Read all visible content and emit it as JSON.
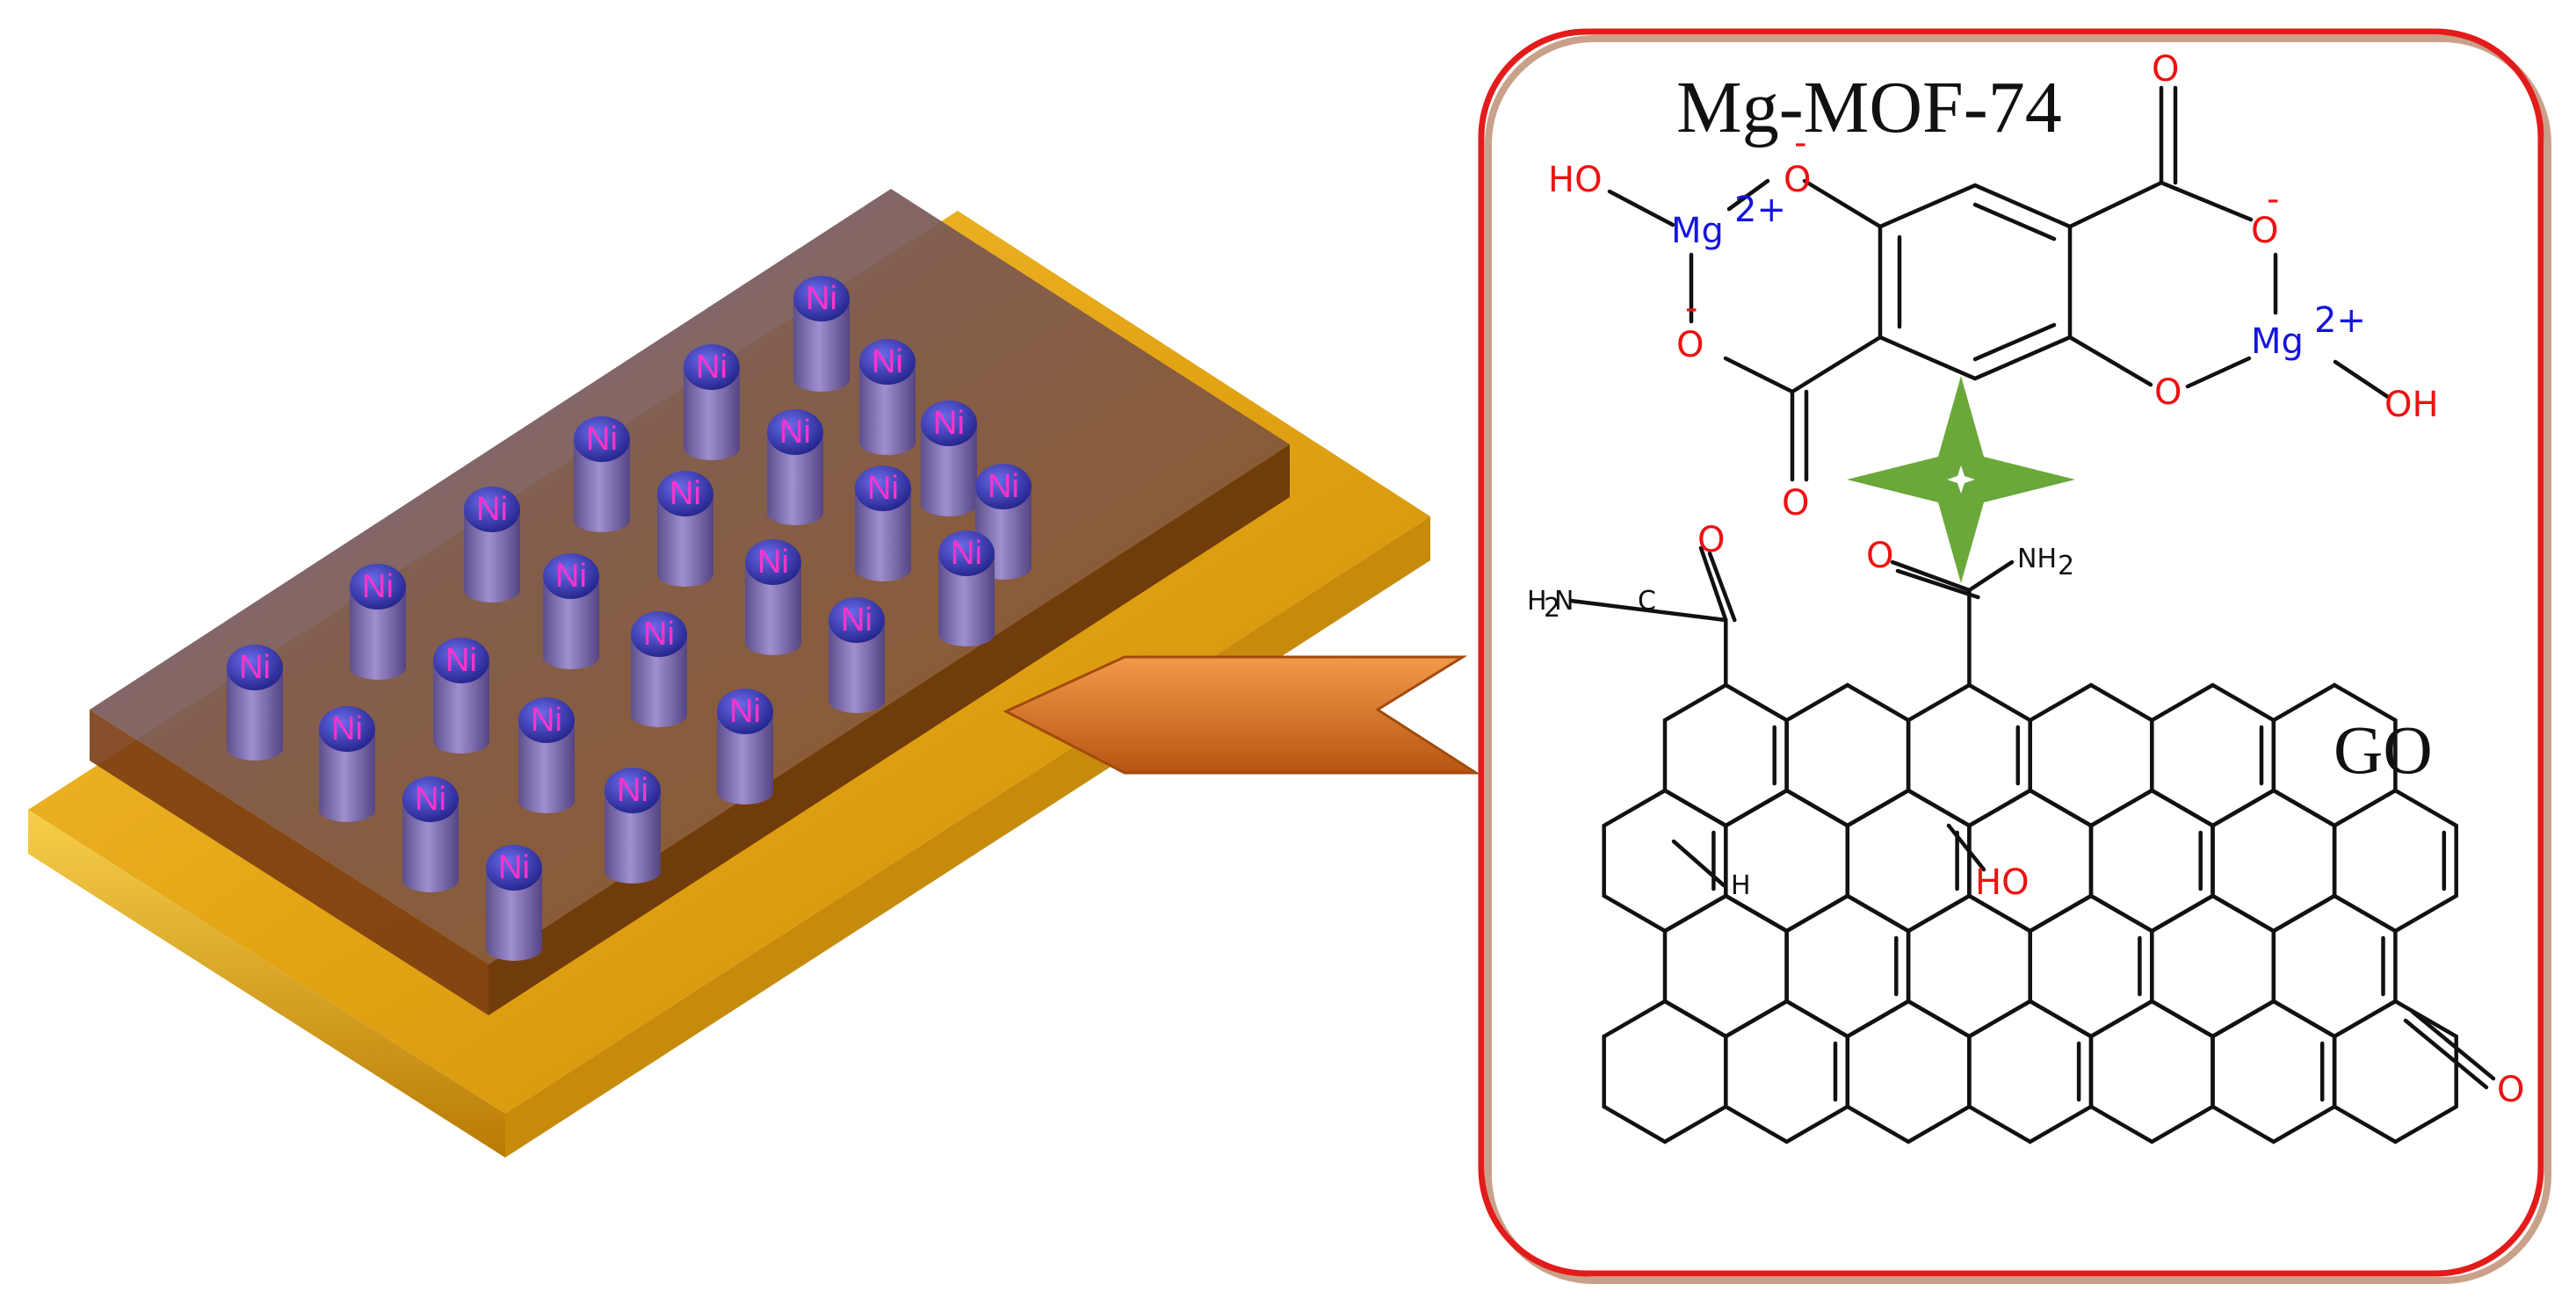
{
  "labels": {
    "mof_title": "Mg-MOF-74",
    "go_title": "GO",
    "nanorod": "Ni"
  },
  "atoms": {
    "o": "O",
    "o_minus": "O",
    "minus": "-",
    "mg": "Mg",
    "mg_charge": "2+",
    "ho": "HO",
    "oh": "OH",
    "h2n": "H",
    "nh2": "NH",
    "sub2": "2",
    "n_right": "N",
    "c": "C",
    "h": "H"
  },
  "colors": {
    "substrate_gold": "#e0a010",
    "film_overlay": "#7a4a52",
    "rod_body": "#8a78b8",
    "rod_cap": "#3a3aa8",
    "ni_text": "#ff33cc",
    "frame_red": "#e31b1b",
    "frame_shadow": "#c9a089",
    "arrow_orange": "#e0782a",
    "star_green": "#6aa83a",
    "oxygen": "#ee1111",
    "magnesium": "#1515dd"
  }
}
